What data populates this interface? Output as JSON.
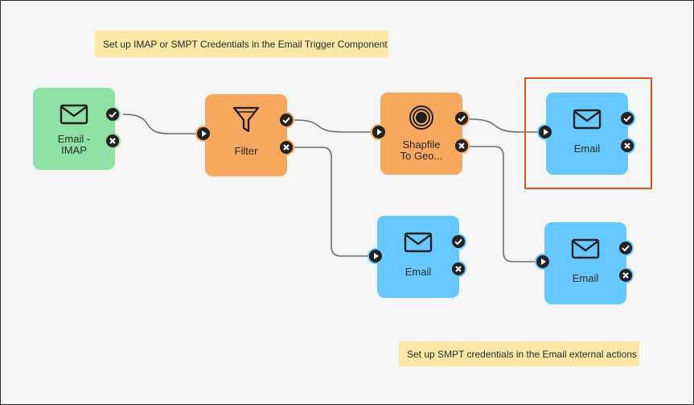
{
  "notes": {
    "top": "Set up IMAP or SMPT Credentials in the Email Trigger Component",
    "bottom": "Set up SMPT credentials in the Email external actions"
  },
  "nodes": {
    "email_imap": {
      "label": "Email -\nIMAP",
      "icon": "envelope-icon"
    },
    "filter": {
      "label": "Filter",
      "icon": "funnel-icon"
    },
    "shapefile": {
      "label": "Shapfile\nTo  Geo...",
      "icon": "target-icon"
    },
    "email_selected": {
      "label": "Email",
      "icon": "envelope-icon",
      "selected": true
    },
    "email_filter_fail": {
      "label": "Email",
      "icon": "envelope-icon"
    },
    "email_shapefile_fail": {
      "label": "Email",
      "icon": "envelope-icon"
    }
  },
  "colors": {
    "trigger": "#8ee0a5",
    "transform": "#f5a85e",
    "action": "#66c8ff",
    "selection": "#d9541e",
    "note": "#fbe7a6",
    "port_ring_green": "#8ee0a5",
    "port_dark": "#222222"
  }
}
